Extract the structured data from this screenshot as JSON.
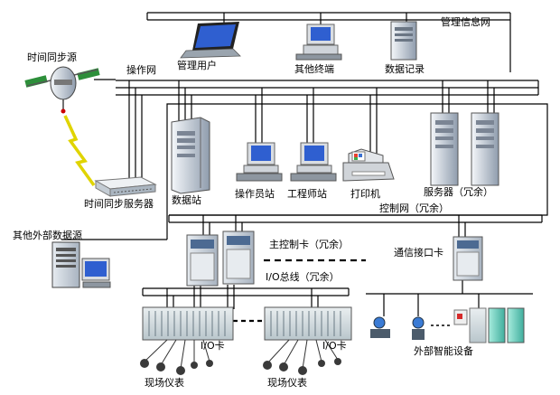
{
  "labels": {
    "mis_net": "管理信息网",
    "time_source": "时间同步源",
    "ops_net": "操作网",
    "manage_user": "管理用户",
    "other_terminal": "其他终端",
    "data_record": "数据记录",
    "time_server": "时间同步服务器",
    "data_station": "数据站",
    "operator_station": "操作员站",
    "engineer_station": "工程师站",
    "printer": "打印机",
    "server": "服务器（冗余）",
    "control_net": "控制网（冗余）",
    "external_source": "其他外部数据源",
    "main_ctrl": "主控制卡（冗余）",
    "comm_card": "通信接口卡",
    "io_bus": "I/O总线（冗余）",
    "io_card_1": "I/O卡",
    "io_card_2": "I/O卡",
    "field_1": "现场仪表",
    "field_2": "现场仪表",
    "ext_smart": "外部智能设备"
  },
  "colors": {
    "line": "#000000",
    "cabinet_light": "#dfe6ee",
    "cabinet_dark": "#7e8ea0",
    "screen_blue": "#3a63c8",
    "teal_panel": "#5fc4b6",
    "red_accent": "#d62a2a"
  }
}
